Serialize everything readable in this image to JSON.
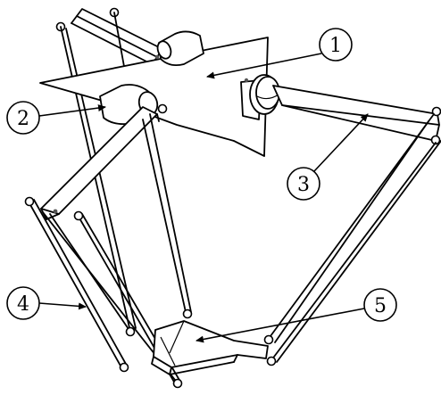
{
  "figure": {
    "callouts": [
      {
        "id": "motor-plate",
        "label": "1"
      },
      {
        "id": "motor-left",
        "label": "2"
      },
      {
        "id": "upper-arm",
        "label": "3"
      },
      {
        "id": "parallelogram-rods",
        "label": "4"
      },
      {
        "id": "end-effector",
        "label": "5"
      }
    ]
  }
}
